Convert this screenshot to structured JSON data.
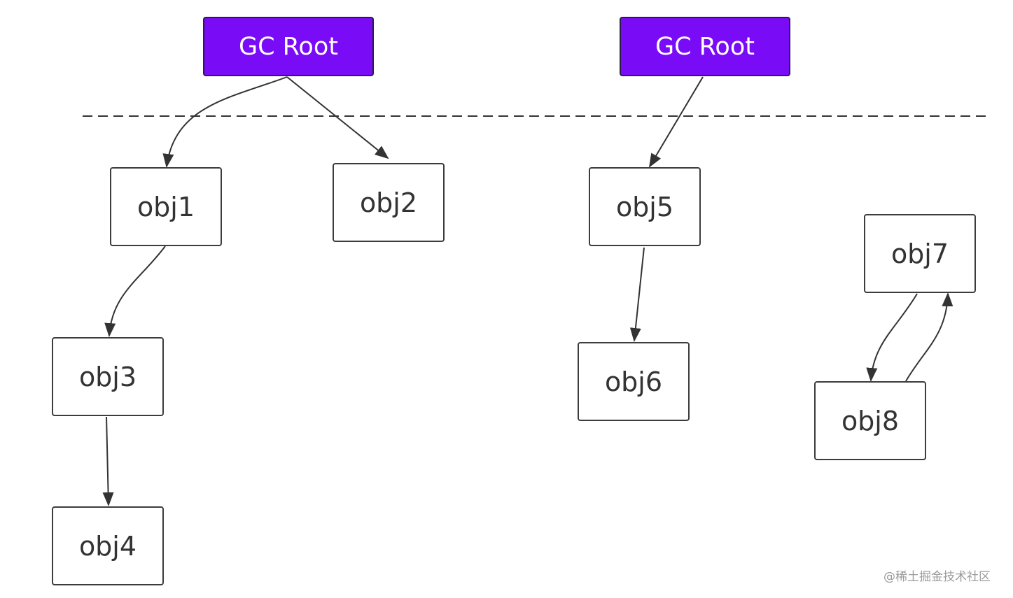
{
  "nodes": {
    "root_a": "GC Root",
    "root_b": "GC Root",
    "obj1": "obj1",
    "obj2": "obj2",
    "obj3": "obj3",
    "obj4": "obj4",
    "obj5": "obj5",
    "obj6": "obj6",
    "obj7": "obj7",
    "obj8": "obj8"
  },
  "edges": [
    {
      "from": "root_a",
      "to": "obj1"
    },
    {
      "from": "root_a",
      "to": "obj2"
    },
    {
      "from": "obj1",
      "to": "obj3"
    },
    {
      "from": "obj3",
      "to": "obj4"
    },
    {
      "from": "root_b",
      "to": "obj5"
    },
    {
      "from": "obj5",
      "to": "obj6"
    },
    {
      "from": "obj7",
      "to": "obj8"
    },
    {
      "from": "obj8",
      "to": "obj7"
    }
  ],
  "colors": {
    "root_fill": "#7a0bf7",
    "node_border": "#3c3c3c",
    "edge": "#333333",
    "divider": "#333333"
  },
  "watermark": "@稀土掘金技术社区"
}
